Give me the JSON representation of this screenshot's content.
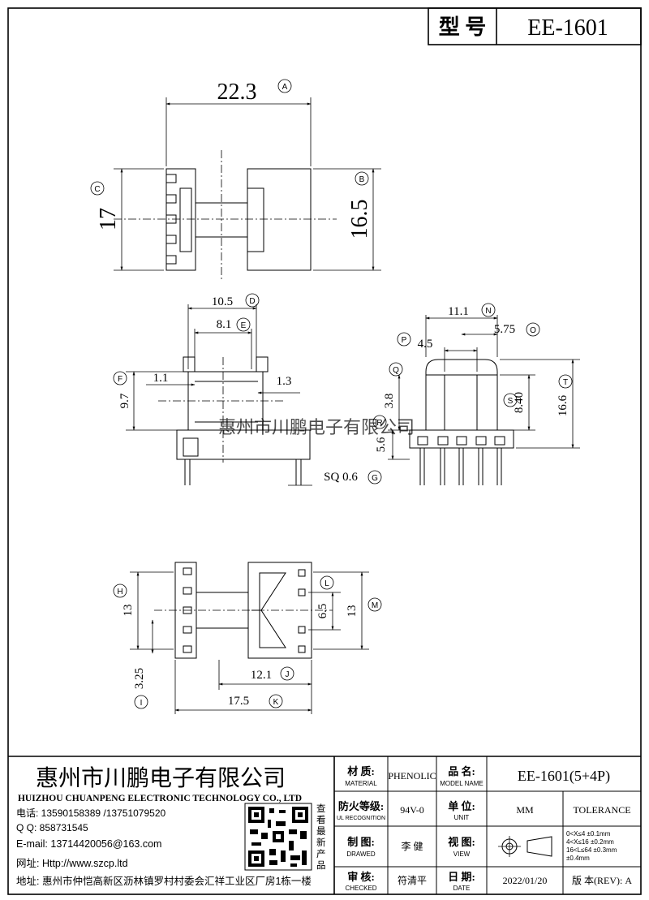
{
  "header": {
    "model_label": "型 号",
    "model_value": "EE-1601"
  },
  "drawing": {
    "watermark": "惠州市川鹏电子有限公司",
    "top_view": {
      "width": "22.3",
      "width_ref": "A",
      "height_left": "17",
      "height_left_ref": "C",
      "height_right": "16.5",
      "height_right_ref": "B"
    },
    "front_view": {
      "d1": "10.5",
      "d1_ref": "D",
      "d2": "8.1",
      "d2_ref": "E",
      "d3": "9.7",
      "d3_ref": "F",
      "d4": "1.1",
      "d5": "1.3",
      "pin": "SQ 0.6",
      "pin_ref": "G"
    },
    "side_view": {
      "d1": "11.1",
      "d1_ref": "N",
      "d2": "4.5",
      "d2_ref": "P",
      "d3": "5.75",
      "d3_ref": "O",
      "d4": "3.8",
      "d4_ref": "Q",
      "d5": "8.40",
      "d5_ref": "S",
      "d6": "16.6",
      "d6_ref": "T",
      "d7": "5.6",
      "d7_ref": "R"
    },
    "bottom_view": {
      "d1": "13",
      "d1_ref": "H",
      "d2": "6.5",
      "d2_ref": "L",
      "d3": "13",
      "d3_ref": "M",
      "d4": "12.1",
      "d4_ref": "J",
      "d5": "17.5",
      "d5_ref": "K",
      "d6": "3.25",
      "d6_ref": "I"
    }
  },
  "title_block": {
    "company_cn": "惠州市川鹏电子有限公司",
    "company_en": "HUIZHOU CHUANPENG ELECTRONIC TECHNOLOGY CO., LTD",
    "phone": "电话: 13590158389 /13751079520",
    "qq": "Q Q:  858731545",
    "email": "E-mail: 13714420056@163.com",
    "web": "网址: Http://www.szcp.ltd",
    "address": "地址: 惠州市仲恺高新区沥林镇罗村村委会汇祥工业区厂房1栋一楼",
    "qr_caption": "查看最新产品",
    "material_cn": "材 质:",
    "material_en": "MATERIAL",
    "material_value": "PHENOLIC",
    "model_name_cn": "品 名:",
    "model_name_en": "MODEL NAME",
    "model_name_value": "EE-1601(5+4P)",
    "ul_cn": "防火等级:",
    "ul_en": "UL RECOGNITION",
    "ul_value": "94V-0",
    "unit_cn": "单 位:",
    "unit_en": "UNIT",
    "unit_value": "MM",
    "tolerance_label": "TOLERANCE",
    "drawn_cn": "制 图:",
    "drawn_en": "DRAWED",
    "drawn_value": "李 健",
    "view_cn": "视 图:",
    "view_en": "VIEW",
    "tol_1": "0<X≤4    ±0.1mm",
    "tol_2": "4<X≤16   ±0.2mm",
    "tol_3": "16<L≤64  ±0.3mm",
    "tol_4": "           ±0.4mm",
    "check_cn": "审 核:",
    "check_en": "CHECKED",
    "check_value": "符清平",
    "date_cn": "日 期:",
    "date_en": "DATE",
    "date_value": "2022/01/20",
    "rev_label": "版 本(REV): A"
  }
}
